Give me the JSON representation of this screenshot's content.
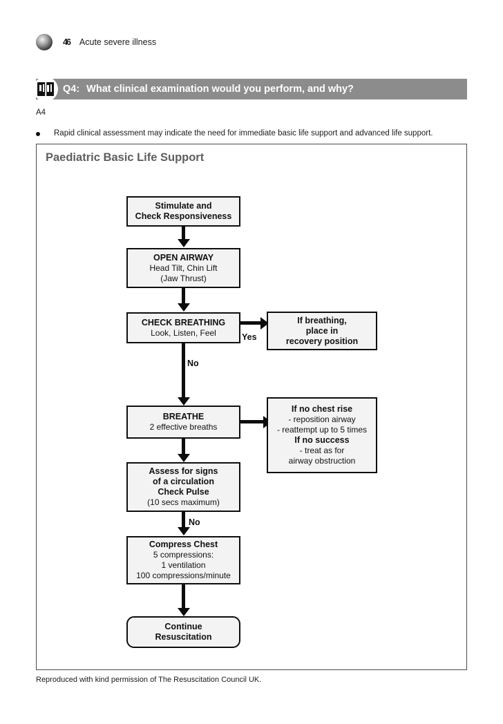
{
  "header": {
    "page_number": "46",
    "section_title": "Acute severe illness",
    "bullet_icon": "filled-circle-icon"
  },
  "question_banner": {
    "icon": "book-shelf-icon",
    "label": "Q4:",
    "text": "What clinical examination would you perform, and why?",
    "background_color": "#8c8c8c",
    "text_color": "#ffffff"
  },
  "answer": {
    "label": "A4",
    "bullets": [
      "Rapid clinical assessment may indicate the need for immediate basic life support and advanced life support."
    ]
  },
  "flowchart": {
    "title": "Paediatric Basic Life Support",
    "title_color": "#5e5e5e",
    "node_fill": "#f3f3f3",
    "node_border": "#0d0d0d",
    "nodes": [
      {
        "id": "stimulate",
        "lines": [
          {
            "text": "Stimulate and",
            "bold": true
          },
          {
            "text": "Check Responsiveness",
            "bold": true
          }
        ]
      },
      {
        "id": "open-airway",
        "lines": [
          {
            "text": "OPEN AIRWAY",
            "bold": true
          },
          {
            "text": "Head Tilt, Chin Lift",
            "bold": false
          },
          {
            "text": "(Jaw Thrust)",
            "bold": false
          }
        ]
      },
      {
        "id": "check-breathing",
        "lines": [
          {
            "text": "CHECK BREATHING",
            "bold": true
          },
          {
            "text": "Look, Listen, Feel",
            "bold": false
          }
        ]
      },
      {
        "id": "recovery-position",
        "lines": [
          {
            "text": "If breathing,",
            "bold": true
          },
          {
            "text": "place in",
            "bold": true
          },
          {
            "text": "recovery position",
            "bold": true
          }
        ]
      },
      {
        "id": "breathe",
        "lines": [
          {
            "text": "BREATHE",
            "bold": true
          },
          {
            "text": "2 effective breaths",
            "bold": false
          }
        ]
      },
      {
        "id": "no-chest-rise",
        "lines": [
          {
            "text": "If no chest rise",
            "bold": true
          },
          {
            "text": "- reposition airway",
            "bold": false
          },
          {
            "text": "- reattempt up to 5 times",
            "bold": false
          },
          {
            "text": "If no success",
            "bold": true
          },
          {
            "text": "- treat as for",
            "bold": false
          },
          {
            "text": "airway obstruction",
            "bold": false
          }
        ]
      },
      {
        "id": "assess-circulation",
        "lines": [
          {
            "text": "Assess for signs",
            "bold": true
          },
          {
            "text": "of a circulation",
            "bold": true
          },
          {
            "text": "Check Pulse",
            "bold": true
          },
          {
            "text": "(10 secs maximum)",
            "bold": false
          }
        ]
      },
      {
        "id": "compress-chest",
        "lines": [
          {
            "text": "Compress Chest",
            "bold": true
          },
          {
            "text": "5 compressions:",
            "bold": false
          },
          {
            "text": "1 ventilation",
            "bold": false
          },
          {
            "text": "100 compressions/minute",
            "bold": false
          }
        ]
      },
      {
        "id": "continue-resuscitation",
        "lines": [
          {
            "text": "Continue",
            "bold": true
          },
          {
            "text": "Resuscitation",
            "bold": true
          }
        ]
      }
    ],
    "edge_labels": {
      "breathing_yes": "Yes",
      "breathing_no": "No",
      "circulation_no": "No"
    }
  },
  "credit": "Reproduced with kind permission of The Resuscitation Council UK."
}
